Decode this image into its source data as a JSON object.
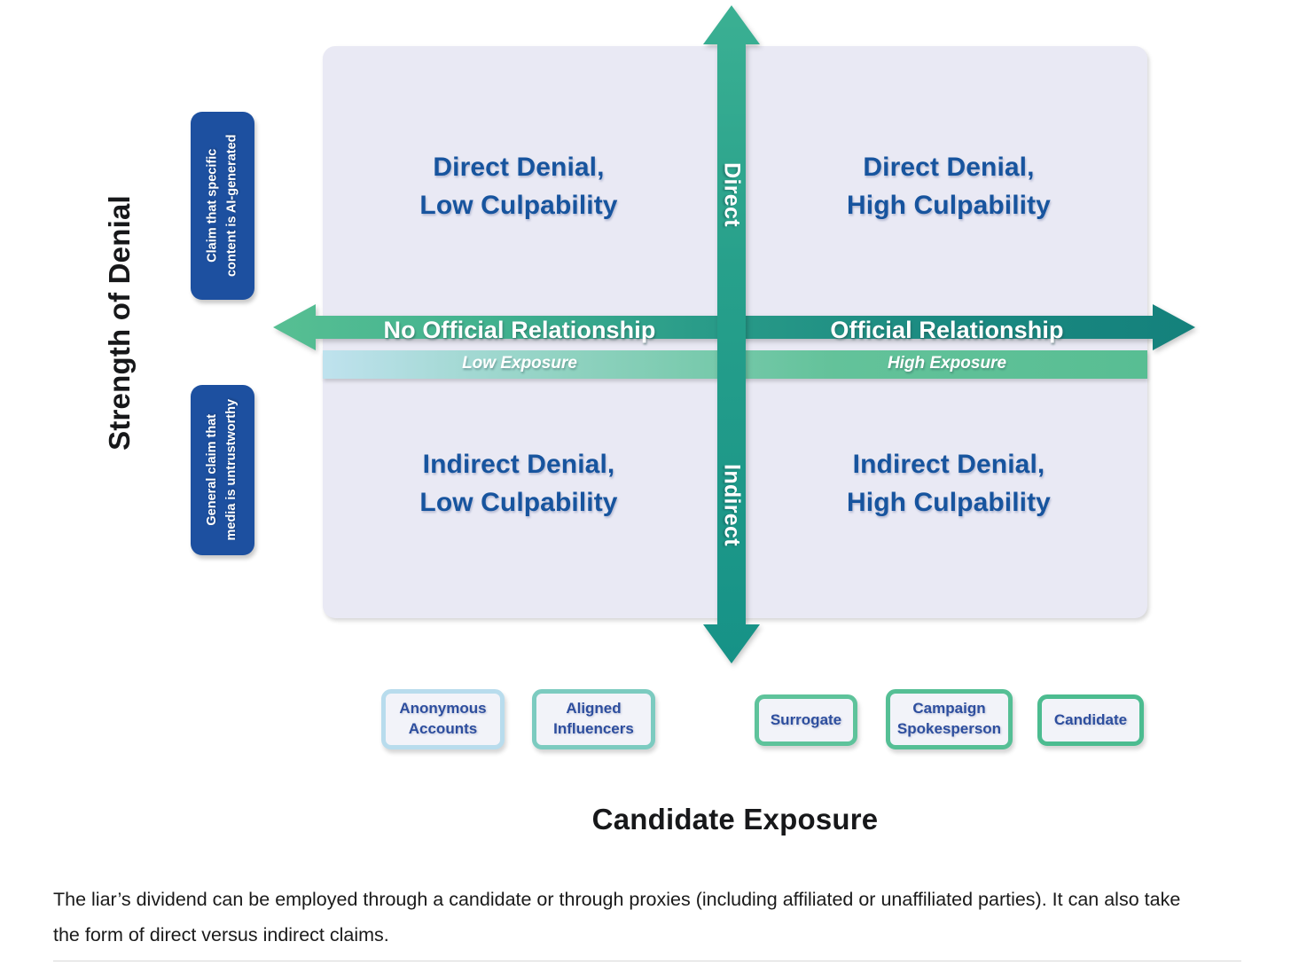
{
  "figure": {
    "axis_titles": {
      "y": "Strength of Denial",
      "x": "Candidate Exposure"
    },
    "quadrants": {
      "top_left": {
        "line1": "Direct Denial,",
        "line2": "Low Culpability"
      },
      "top_right": {
        "line1": "Direct Denial,",
        "line2": "High Culpability"
      },
      "bottom_left": {
        "line1": "Indirect Denial,",
        "line2": "Low Culpability"
      },
      "bottom_right": {
        "line1": "Indirect Denial,",
        "line2": "High Culpability"
      }
    },
    "vertical_axis": {
      "top_label": "Direct",
      "bottom_label": "Indirect"
    },
    "horizontal_axis": {
      "left_main": "No Official Relationship",
      "left_sub": "Low Exposure",
      "right_main": "Official Relationship",
      "right_sub": "High Exposure"
    },
    "side_badges": [
      {
        "line1": "Claim that specific",
        "line2": "content is AI-generated"
      },
      {
        "line1": "General claim that",
        "line2": "media is untrustworthy"
      }
    ],
    "actors": [
      {
        "line1": "Anonymous",
        "line2": "Accounts"
      },
      {
        "line1": "Aligned",
        "line2": "Influencers"
      },
      {
        "line1": "Surrogate",
        "line2": ""
      },
      {
        "line1": "Campaign",
        "line2": "Spokesperson"
      },
      {
        "line1": "Candidate",
        "line2": ""
      }
    ]
  },
  "caption": {
    "text": "The liar’s dividend can be employed through a candidate or through proxies (including affiliated or unaffiliated parties). It can also take the form of direct versus indirect claims."
  },
  "chart_data": {
    "type": "table",
    "title": "Liar’s Dividend Typology Matrix",
    "xlabel": "Candidate Exposure",
    "ylabel": "Strength of Denial",
    "x_axis_poles": [
      "No Official Relationship (Low Exposure)",
      "Official Relationship (High Exposure)"
    ],
    "y_axis_poles": [
      "Direct",
      "Indirect"
    ],
    "quadrants": [
      {
        "x": "low",
        "y": "direct",
        "label": "Direct Denial, Low Culpability"
      },
      {
        "x": "high",
        "y": "direct",
        "label": "Direct Denial, High Culpability"
      },
      {
        "x": "low",
        "y": "indirect",
        "label": "Indirect Denial, Low Culpability"
      },
      {
        "x": "high",
        "y": "indirect",
        "label": "Indirect Denial, High Culpability"
      }
    ],
    "y_annotations": [
      "Claim that specific content is AI-generated",
      "General claim that media is untrustworthy"
    ],
    "x_actor_scale": [
      "Anonymous Accounts",
      "Aligned Influencers",
      "Surrogate",
      "Campaign Spokesperson",
      "Candidate"
    ],
    "colors": {
      "quadrant_fill": "#e9e9f4",
      "quadrant_text": "#17549e",
      "badge_fill": "#1d50a0",
      "arrow_dark_teal": "#17867f",
      "arrow_green": "#5cbf96",
      "band_light_blue": "#bfe2ee",
      "actor_text": "#2d4e9e"
    },
    "grid": false,
    "legend": "none"
  }
}
